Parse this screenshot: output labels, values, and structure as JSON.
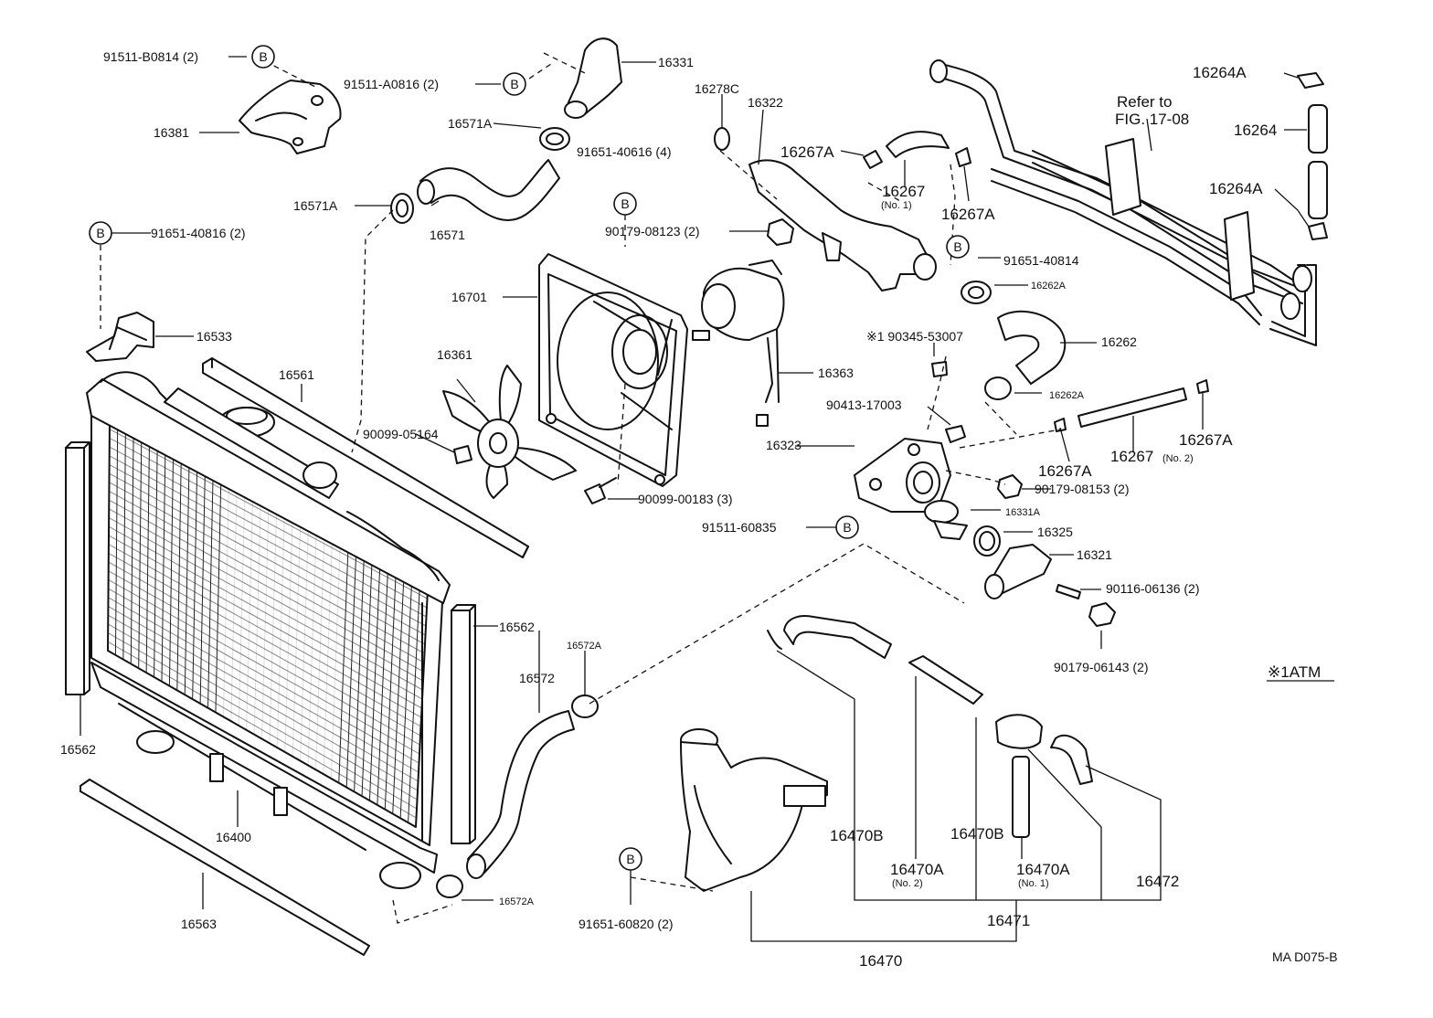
{
  "figure_code": "MA D075-B",
  "atm_note": "※1ATM",
  "badge_letter": "B",
  "labels": {
    "p91511_B0814": "91511-B0814 (2)",
    "p91511_A0816": "91511-A0816 (2)",
    "p16331": "16331",
    "p16381": "16381",
    "p16571A_1": "16571A",
    "p91651_40616": "91651-40616 (4)",
    "p16571A_2": "16571A",
    "p16571": "16571",
    "p91651_40816": "91651-40816 (2)",
    "p16533": "16533",
    "p16561": "16561",
    "p16701": "16701",
    "p16361": "16361",
    "p90099_05164": "90099-05164",
    "p90099_00183": "90099-00183 (3)",
    "p90179_08123": "90179-08123 (2)",
    "p16363": "16363",
    "p16278C": "16278C",
    "p16322": "16322",
    "p16267A_1": "16267A",
    "p16267_no1": "16267",
    "p16267_no1_sub": "(No. 1)",
    "p16267A_2": "16267A",
    "p91651_40814": "91651-40814",
    "p16262A_1": "16262A",
    "p16262": "16262",
    "p90345_53007": "※1 90345-53007",
    "p90413_17003": "90413-17003",
    "p16262A_2": "16262A",
    "p16323": "16323",
    "p16267_no2": "16267",
    "p16267_no2_sub": "(No. 2)",
    "p16267A_3": "16267A",
    "p16267A_4": "16267A",
    "p90179_08153": "90179-08153 (2)",
    "p16331A": "16331A",
    "p91511_60835": "91511-60835",
    "p16325": "16325",
    "p16321": "16321",
    "p90116_06136": "90116-06136 (2)",
    "p90179_06143": "90179-06143 (2)",
    "p16264A_1": "16264A",
    "p16264": "16264",
    "p16264A_2": "16264A",
    "refer_line1": "Refer to",
    "refer_line2": "FIG. 17-08",
    "p16562_right": "16562",
    "p16562_left": "16562",
    "p16400": "16400",
    "p16563": "16563",
    "p16572A_1": "16572A",
    "p16572": "16572",
    "p16572A_2": "16572A",
    "p91651_60820": "91651-60820 (2)",
    "p16470B_1": "16470B",
    "p16470B_2": "16470B",
    "p16470A_no2": "16470A",
    "p16470A_no2_sub": "(No. 2)",
    "p16470A_no1": "16470A",
    "p16470A_no1_sub": "(No. 1)",
    "p16472": "16472",
    "p16471": "16471",
    "p16470": "16470"
  }
}
